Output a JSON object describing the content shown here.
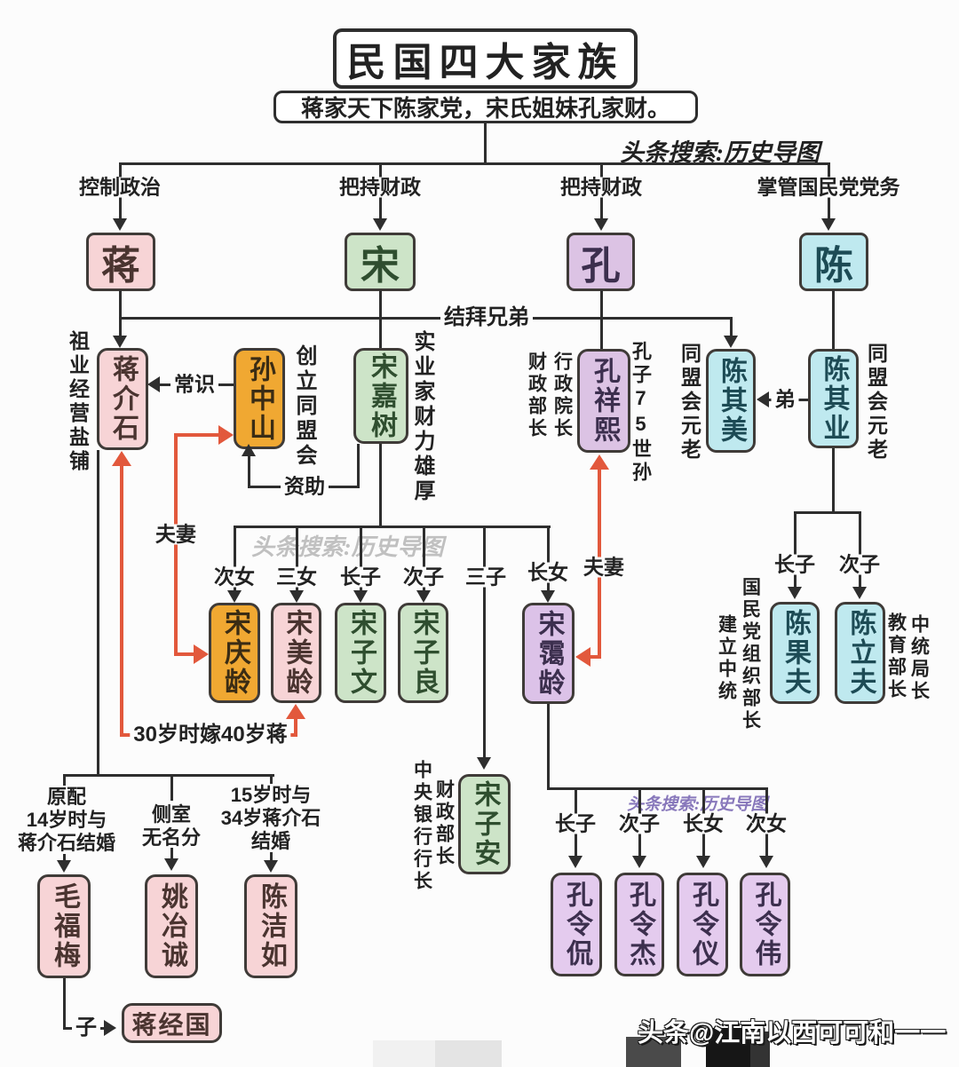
{
  "title": "民国四大家族",
  "subtitle": "蒋家天下陈家党，宋氏姐妹孔家财。",
  "watermark": {
    "search": "头条搜索:历史导图",
    "credit": "头条@江南以西可可和一一"
  },
  "colors": {
    "pink": "#f7d4d6",
    "green": "#cde4c8",
    "orange": "#f0a832",
    "purple": "#dcc3e4",
    "cyan": "#bfe9ef",
    "lavender": "#e4cbee",
    "line": "#2e2e2e",
    "red_arrow": "#e2583c"
  },
  "branch_labels": {
    "jiang": "控制政治",
    "song": "把持财政",
    "kong": "把持财政",
    "chen": "掌管国民党党务"
  },
  "families": {
    "jiang": "蒋",
    "song": "宋",
    "kong": "孔",
    "chen": "陈"
  },
  "people": {
    "jiang_jieshi": "蒋介石",
    "sun_zhongshan": "孙中山",
    "song_jiashu": "宋嘉树",
    "kong_xiangxi": "孔祥熙",
    "chen_qimei": "陈其美",
    "chen_qiye": "陈其业",
    "song_qingling": "宋庆龄",
    "song_meiling": "宋美龄",
    "song_ziwen": "宋子文",
    "song_ziliang": "宋子良",
    "song_ailing": "宋霭龄",
    "song_zian": "宋子安",
    "chen_guofu": "陈果夫",
    "chen_lifu": "陈立夫",
    "kong_lingkan": "孔令侃",
    "kong_lingjie": "孔令杰",
    "kong_lingyi": "孔令仪",
    "kong_lingwei": "孔令伟",
    "mao_fumei": "毛福梅",
    "yao_yecheng": "姚冶诚",
    "chen_jieru": "陈洁如",
    "jiang_jingguo": "蒋经国"
  },
  "notes": {
    "jiang_heritage": "祖业经营盐铺",
    "sun_tongmenghui": "创立同盟会",
    "song_tycoon": "实业家财力雄厚",
    "kong_finance": "财政部长",
    "kong_executive": "行政院长",
    "kong_descendant": "孔子75世孙",
    "qimei_veteran": "同盟会元老",
    "qiye_veteran": "同盟会元老",
    "guofu_zhongtong": "建立中统",
    "guofu_org": "国民党组织部长",
    "lifu_edu": "教育部长",
    "lifu_bureau": "中统局长",
    "zian_bank": "中央银行行长",
    "zian_finance": "财政部长",
    "mao_note": "原配\n14岁时与\n蒋介石结婚",
    "yao_note": "侧室\n无名分",
    "jieru_note": "15岁时与\n34岁蒋介石\n结婚"
  },
  "edges": {
    "sworn_brothers": "结拜兄弟",
    "appreciation": "常识",
    "funding": "资助",
    "couple_sun": "夫妻",
    "couple_kong": "夫妻",
    "brother": "弟",
    "son": "子",
    "marriage_30_40": "30岁时嫁40岁蒋"
  },
  "kids": {
    "song": [
      "次女",
      "三女",
      "长子",
      "次子",
      "三子",
      "长女"
    ],
    "kong": [
      "长子",
      "次子",
      "长女",
      "次女"
    ],
    "chen": [
      "长子",
      "次子"
    ]
  }
}
